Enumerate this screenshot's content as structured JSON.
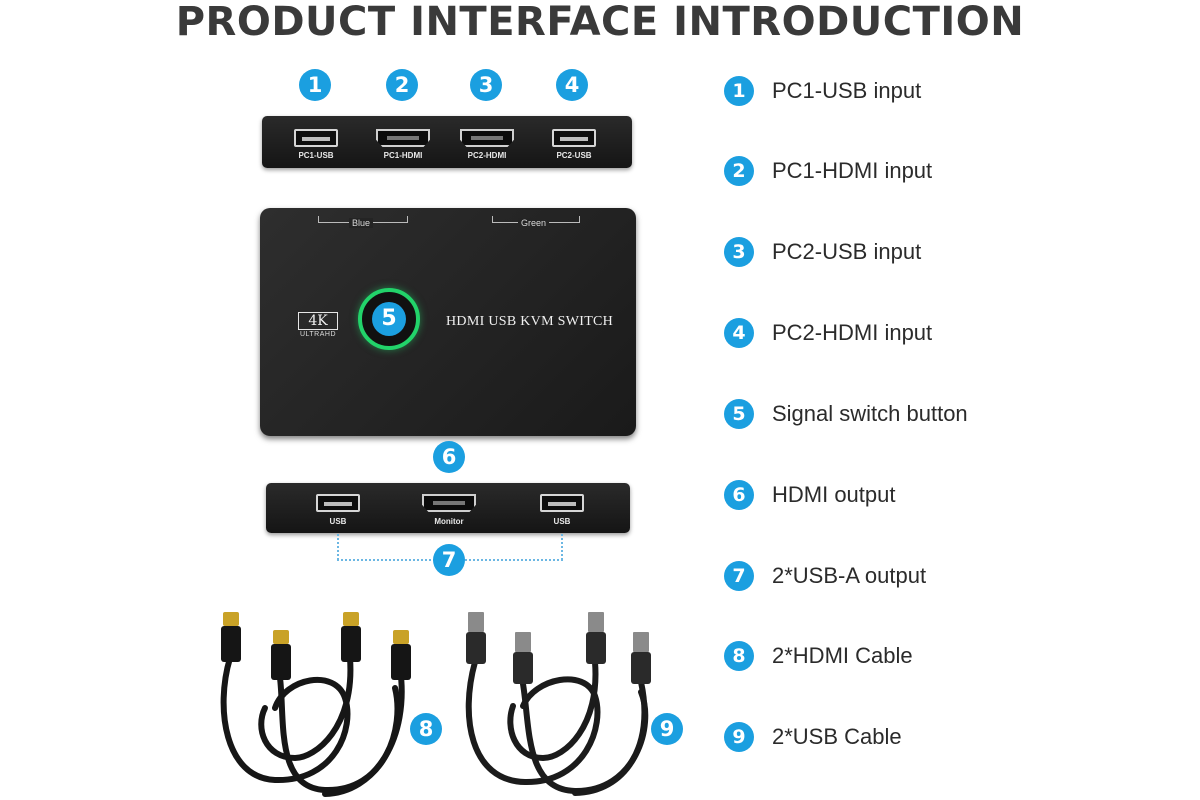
{
  "title": "PRODUCT INTERFACE INTRODUCTION",
  "colors": {
    "badge": "#1b9fe0",
    "device": "#1c1c1c",
    "button_ring": "#22d36a"
  },
  "front_panel": {
    "ports": [
      {
        "num": "1",
        "label": "PC1-USB",
        "type": "usb"
      },
      {
        "num": "2",
        "label": "PC1-HDMI",
        "type": "hdmi"
      },
      {
        "num": "3",
        "label": "PC2-HDMI",
        "type": "hdmi"
      },
      {
        "num": "4",
        "label": "PC2-USB",
        "type": "usb"
      }
    ]
  },
  "top_panel": {
    "blue_label": "Blue",
    "green_label": "Green",
    "logo_4k": "4K",
    "logo_ultrahd": "ULTRAHD",
    "button_num": "5",
    "name": "HDMI USB KVM SWITCH"
  },
  "back_panel": {
    "hdmi_num": "6",
    "usb_num": "7",
    "ports": [
      {
        "label": "USB",
        "type": "usb"
      },
      {
        "label": "Monitor",
        "type": "hdmi"
      },
      {
        "label": "USB",
        "type": "usb"
      }
    ]
  },
  "cables": {
    "hdmi_num": "8",
    "usb_num": "9"
  },
  "legend": [
    {
      "num": "1",
      "text": "PC1-USB input"
    },
    {
      "num": "2",
      "text": "PC1-HDMI input"
    },
    {
      "num": "3",
      "text": "PC2-USB input"
    },
    {
      "num": "4",
      "text": "PC2-HDMI input"
    },
    {
      "num": "5",
      "text": "Signal switch button"
    },
    {
      "num": "6",
      "text": "HDMI output"
    },
    {
      "num": "7",
      "text": "2*USB-A output"
    },
    {
      "num": "8",
      "text": "2*HDMI Cable"
    },
    {
      "num": "9",
      "text": "2*USB Cable"
    }
  ]
}
